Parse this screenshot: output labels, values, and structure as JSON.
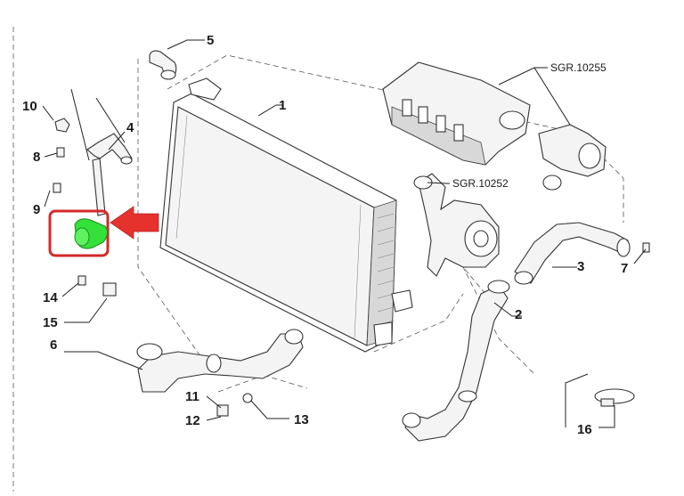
{
  "callouts": [
    {
      "id": "c1",
      "text": "1"
    },
    {
      "id": "c2",
      "text": "2"
    },
    {
      "id": "c3",
      "text": "3"
    },
    {
      "id": "c4",
      "text": "4"
    },
    {
      "id": "c5",
      "text": "5"
    },
    {
      "id": "c6",
      "text": "6"
    },
    {
      "id": "c7",
      "text": "7"
    },
    {
      "id": "c8",
      "text": "8"
    },
    {
      "id": "c9",
      "text": "9"
    },
    {
      "id": "c10",
      "text": "10"
    },
    {
      "id": "c11",
      "text": "11"
    },
    {
      "id": "c12",
      "text": "12"
    },
    {
      "id": "c13",
      "text": "13"
    },
    {
      "id": "c14",
      "text": "14"
    },
    {
      "id": "c15",
      "text": "15"
    },
    {
      "id": "c16",
      "text": "16"
    }
  ],
  "refs": {
    "intake_manifold": "SGR.10255",
    "turbo": "SGR.10252"
  },
  "colors": {
    "highlight_part": "#34e03a",
    "highlight_frame": "#d42a2a",
    "arrow": "#e5322d",
    "ink": "#222222"
  }
}
